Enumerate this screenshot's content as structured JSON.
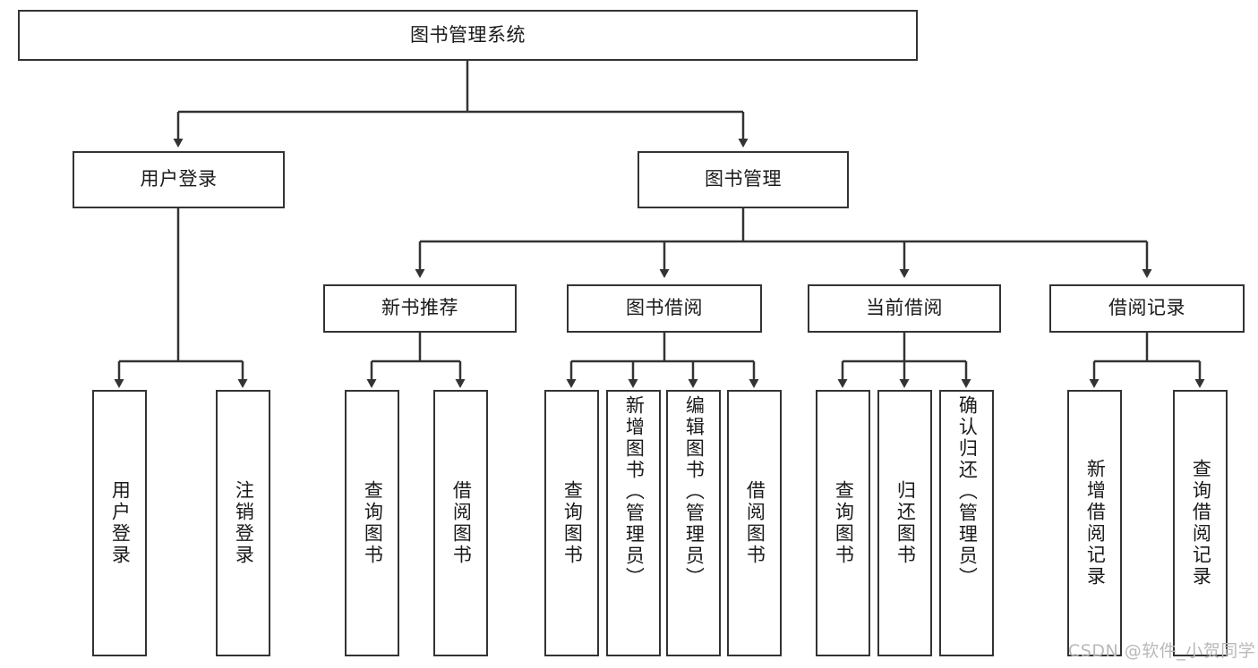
{
  "diagram": {
    "title_node": {
      "label": "图书管理系统"
    },
    "level2": [
      {
        "label": "用户登录"
      },
      {
        "label": "图书管理"
      }
    ],
    "level3": [
      {
        "label": "新书推荐"
      },
      {
        "label": "图书借阅"
      },
      {
        "label": "当前借阅"
      },
      {
        "label": "借阅记录"
      }
    ],
    "leaves": {
      "user_login": [
        {
          "label": "用户登录"
        },
        {
          "label": "注销登录"
        }
      ],
      "new_book": [
        {
          "label": "查询图书"
        },
        {
          "label": "借阅图书"
        }
      ],
      "book_borrow": [
        {
          "label": "查询图书"
        },
        {
          "label": "新增图书（管理员）"
        },
        {
          "label": "编辑图书（管理员）"
        },
        {
          "label": "借阅图书"
        }
      ],
      "current_borrow": [
        {
          "label": "查询图书"
        },
        {
          "label": "归还图书"
        },
        {
          "label": "确认归还（管理员）"
        }
      ],
      "borrow_record": [
        {
          "label": "新增借阅记录"
        },
        {
          "label": "查询借阅记录"
        }
      ]
    },
    "watermark": {
      "text": "CSDN @软件_小贺同学"
    },
    "colors": {
      "stroke": "#333333",
      "fill": "#ffffff",
      "text": "#1a1a1a",
      "watermark": "#b9b9b9"
    }
  }
}
